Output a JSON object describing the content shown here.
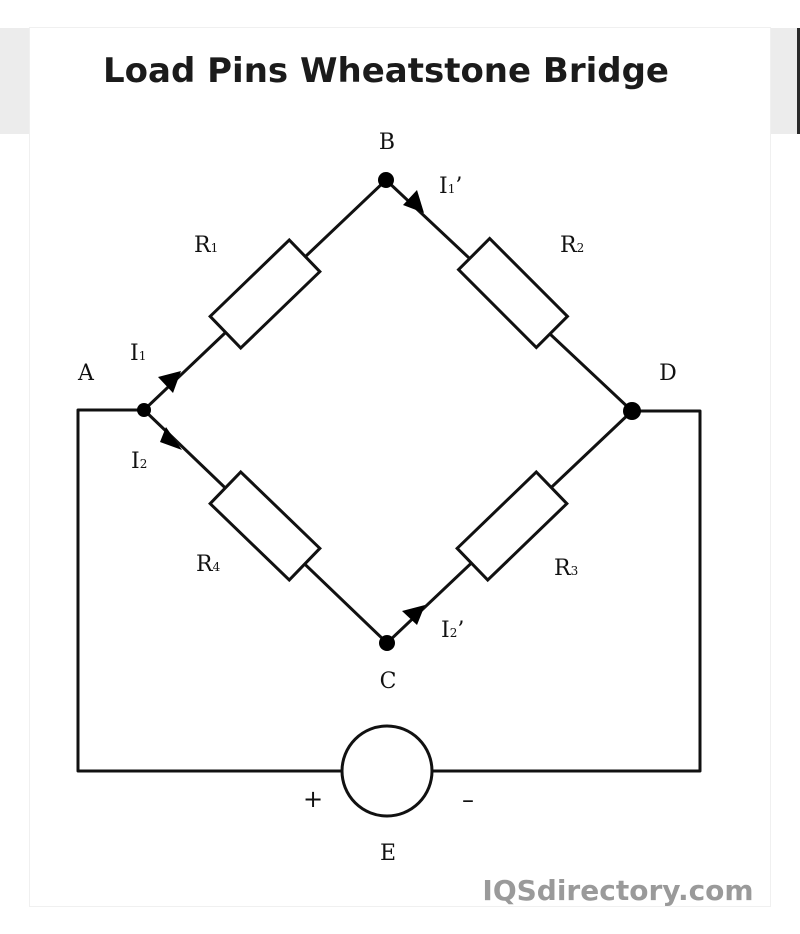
{
  "title": "Load Pins Wheatstone Bridge",
  "nodes": {
    "a": "A",
    "b": "B",
    "c": "C",
    "d": "D",
    "e": "E"
  },
  "resistors": {
    "r1": {
      "letter": "R",
      "sub": "1"
    },
    "r2": {
      "letter": "R",
      "sub": "2"
    },
    "r3": {
      "letter": "R",
      "sub": "3"
    },
    "r4": {
      "letter": "R",
      "sub": "4"
    }
  },
  "currents": {
    "i1": {
      "letter": "I",
      "sub": "1",
      "prime": ""
    },
    "i2": {
      "letter": "I",
      "sub": "2",
      "prime": ""
    },
    "i1p": {
      "letter": "I",
      "sub": "1",
      "prime": "’"
    },
    "i2p": {
      "letter": "I",
      "sub": "2",
      "prime": "’"
    }
  },
  "source": {
    "plus": "+",
    "minus": "–"
  },
  "watermark": "IQSdirectory.com"
}
